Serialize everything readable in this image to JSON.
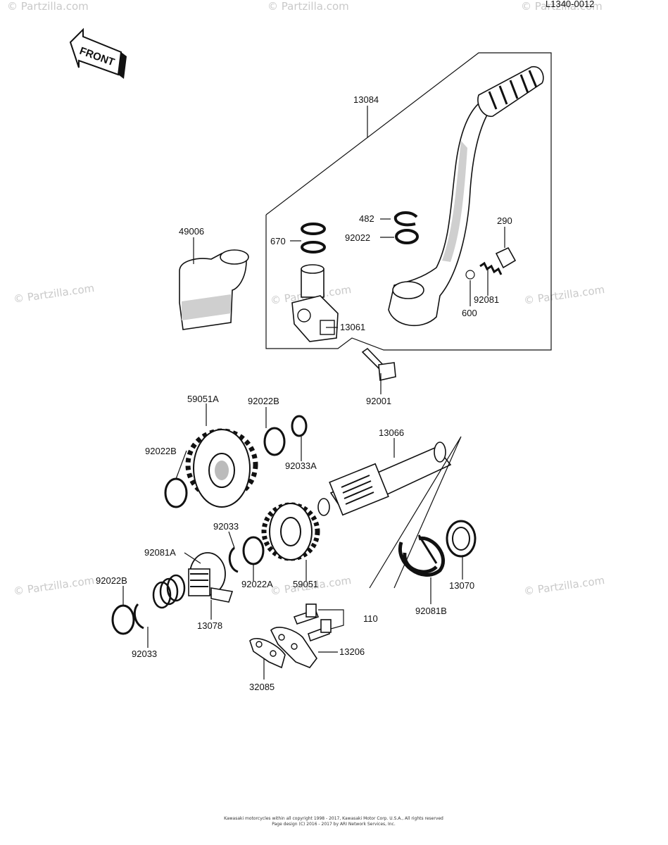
{
  "diagram_id": "L1340-0012",
  "front_label": "FRONT",
  "watermark": "© Partzilla.com",
  "copyright_line1": "Kawasaki motorcycles within all copyright 1998 - 2017, Kawasaki Motor Corp. U.S.A., All rights reserved",
  "copyright_line2": "Page design (C) 2016 - 2017 by ARI Network Services, Inc.",
  "callouts": {
    "p13084": "13084",
    "p482": "482",
    "p92022": "92022",
    "p290": "290",
    "p670": "670",
    "p49006": "49006",
    "p13061": "13061",
    "p92081": "92081",
    "p600": "600",
    "p92001": "92001",
    "p59051A": "59051A",
    "p92022B_top": "92022B",
    "p13066": "13066",
    "p92022B_left": "92022B",
    "p92033A": "92033A",
    "p92033_mid": "92033",
    "p92081A": "92081A",
    "p92022A": "92022A",
    "p59051": "59051",
    "p13070": "13070",
    "p92022B_bottom": "92022B",
    "p110": "110",
    "p92081B": "92081B",
    "p13078": "13078",
    "p13206": "13206",
    "p92033_bottom": "92033",
    "p32085": "32085"
  }
}
